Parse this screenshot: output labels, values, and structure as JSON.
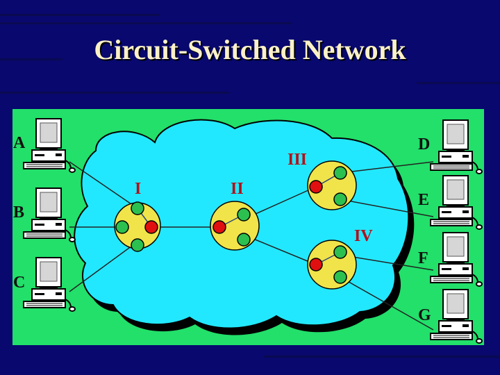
{
  "slide": {
    "title": "Circuit-Switched Network"
  },
  "colors": {
    "background": "#08086e",
    "panel": "#22e06a",
    "cloud": "#22e8ff",
    "switch": "#f0e44a",
    "active_port": "#e01010",
    "idle_port": "#2cc050",
    "switch_label": "#b3101a",
    "host_label": "#101010"
  },
  "hosts": [
    {
      "label": "A"
    },
    {
      "label": "B"
    },
    {
      "label": "C"
    },
    {
      "label": "D"
    },
    {
      "label": "E"
    },
    {
      "label": "F"
    },
    {
      "label": "G"
    }
  ],
  "switches": [
    {
      "label": "I"
    },
    {
      "label": "II"
    },
    {
      "label": "III"
    },
    {
      "label": "IV"
    }
  ]
}
